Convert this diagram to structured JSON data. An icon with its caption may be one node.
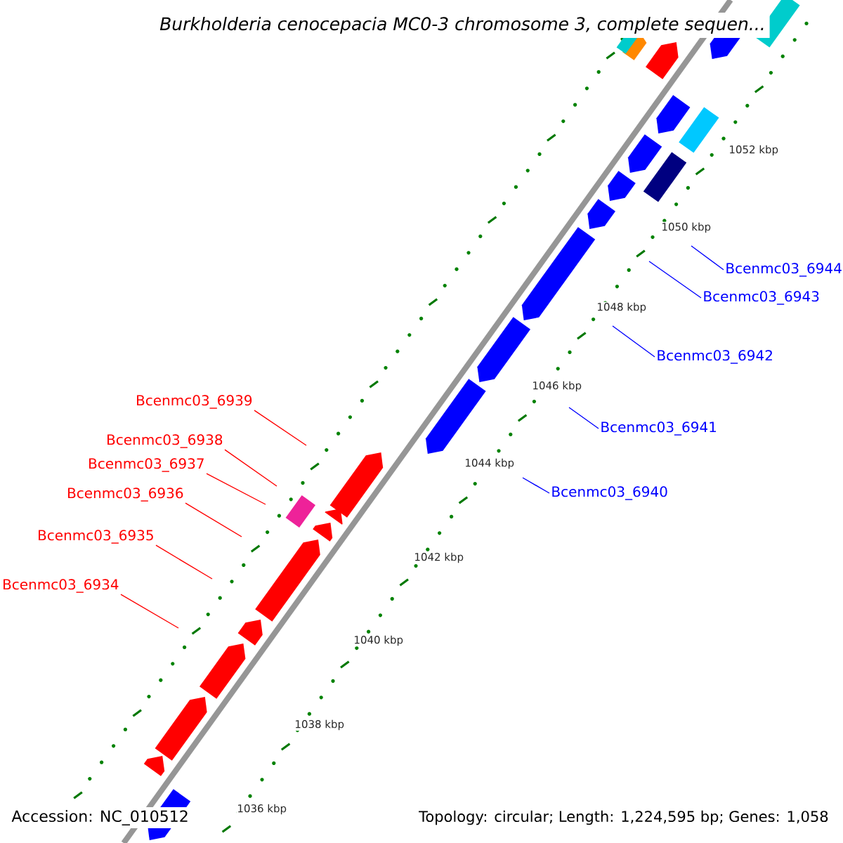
{
  "diagram": {
    "title": "Burkholderia cenocepacia MC0-3 chromosome 3, complete sequen...",
    "nodes": [
      {
        "text": [
          "Bcenmc03_6939"
        ]
      },
      {
        "text": [
          "Bcenmc03_6938"
        ]
      },
      {
        "text": [
          "Bcenmc03_6937"
        ]
      },
      {
        "text": [
          "Bcenmc03_6936"
        ]
      },
      {
        "text": [
          "Bcenmc03_6935"
        ]
      },
      {
        "text": [
          "Bcenmc03_6934"
        ]
      },
      {
        "text": [
          "Bcenmc03_6944"
        ]
      },
      {
        "text": [
          "Bcenmc03_6943"
        ]
      },
      {
        "text": [
          "Bcenmc03_6942"
        ]
      },
      {
        "text": [
          "Bcenmc03_6941"
        ]
      },
      {
        "text": [
          "Bcenmc03_6940"
        ]
      }
    ],
    "edges": [
      {
        "from": 0,
        "to": null,
        "arrow": "none"
      },
      {
        "from": 1,
        "to": null,
        "arrow": "none"
      },
      {
        "from": 2,
        "to": null,
        "arrow": "none"
      },
      {
        "from": 3,
        "to": null,
        "arrow": "none"
      },
      {
        "from": 4,
        "to": null,
        "arrow": "none"
      },
      {
        "from": 5,
        "to": null,
        "arrow": "none"
      },
      {
        "from": 6,
        "to": null,
        "arrow": "none",
        "color": "#0000ff"
      },
      {
        "from": 7,
        "to": null,
        "arrow": "none",
        "color": "#0000ff"
      },
      {
        "from": 8,
        "to": null,
        "arrow": "none",
        "color": "#0000ff"
      },
      {
        "from": 9,
        "to": null,
        "arrow": "none",
        "color": "#0000ff"
      },
      {
        "from": 10,
        "to": null,
        "arrow": "none",
        "color": "#0000ff"
      }
    ],
    "labels": [
      "1052 kbp",
      "1050 kbp",
      "1048 kbp",
      "1046 kbp",
      "1044 kbp",
      "1042 kbp",
      "1040 kbp",
      "1038 kbp",
      "1036 kbp",
      "Accession: NC_010512",
      "Topology: circular; Length: 1,224,595 bp; Genes: 1,058"
    ]
  }
}
